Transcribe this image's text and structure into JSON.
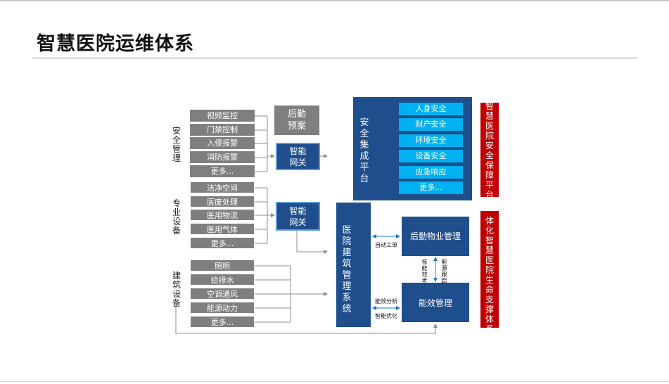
{
  "title": "智慧医院运维体系",
  "groups": {
    "security": {
      "label": "安全管理",
      "items": [
        "视频监控",
        "门禁控制",
        "入侵报警",
        "消防报警",
        "更多..."
      ]
    },
    "professional": {
      "label": "专业设备",
      "items": [
        "洁净空间",
        "医废处理",
        "医用物流",
        "医用气体",
        "更多..."
      ]
    },
    "building": {
      "label": "建筑设备",
      "items": [
        "照明",
        "给排水",
        "空调通风",
        "能源动力",
        "更多..."
      ]
    }
  },
  "logistics_plan": "后勤预案",
  "gateway_1": "智能网关",
  "gateway_2": "智能网关",
  "security_platform": {
    "label": "安全集成平台",
    "items": [
      "人身安全",
      "财产安全",
      "环境安全",
      "设备安全",
      "应急响应",
      "更多..."
    ]
  },
  "building_system": "医院建筑管理系统",
  "property_mgmt": "后勤物业管理",
  "energy_mgmt": "能效管理",
  "flow_labels": {
    "auto_ticket": "自动工单",
    "energy_analysis": "能效分析",
    "smart_optimize": "智能优化",
    "assess_efficiency": "核能效考",
    "energy_tracking": "能源跟踪"
  },
  "side_labels": {
    "safety_platform": "智慧医院安全保障平台",
    "life_support": "一体化智慧医院生命支撑体系"
  },
  "colors": {
    "navy": "#1f4e8c",
    "cyan": "#00b0f0",
    "red": "#c00000",
    "gray": "#7f7f7f"
  }
}
